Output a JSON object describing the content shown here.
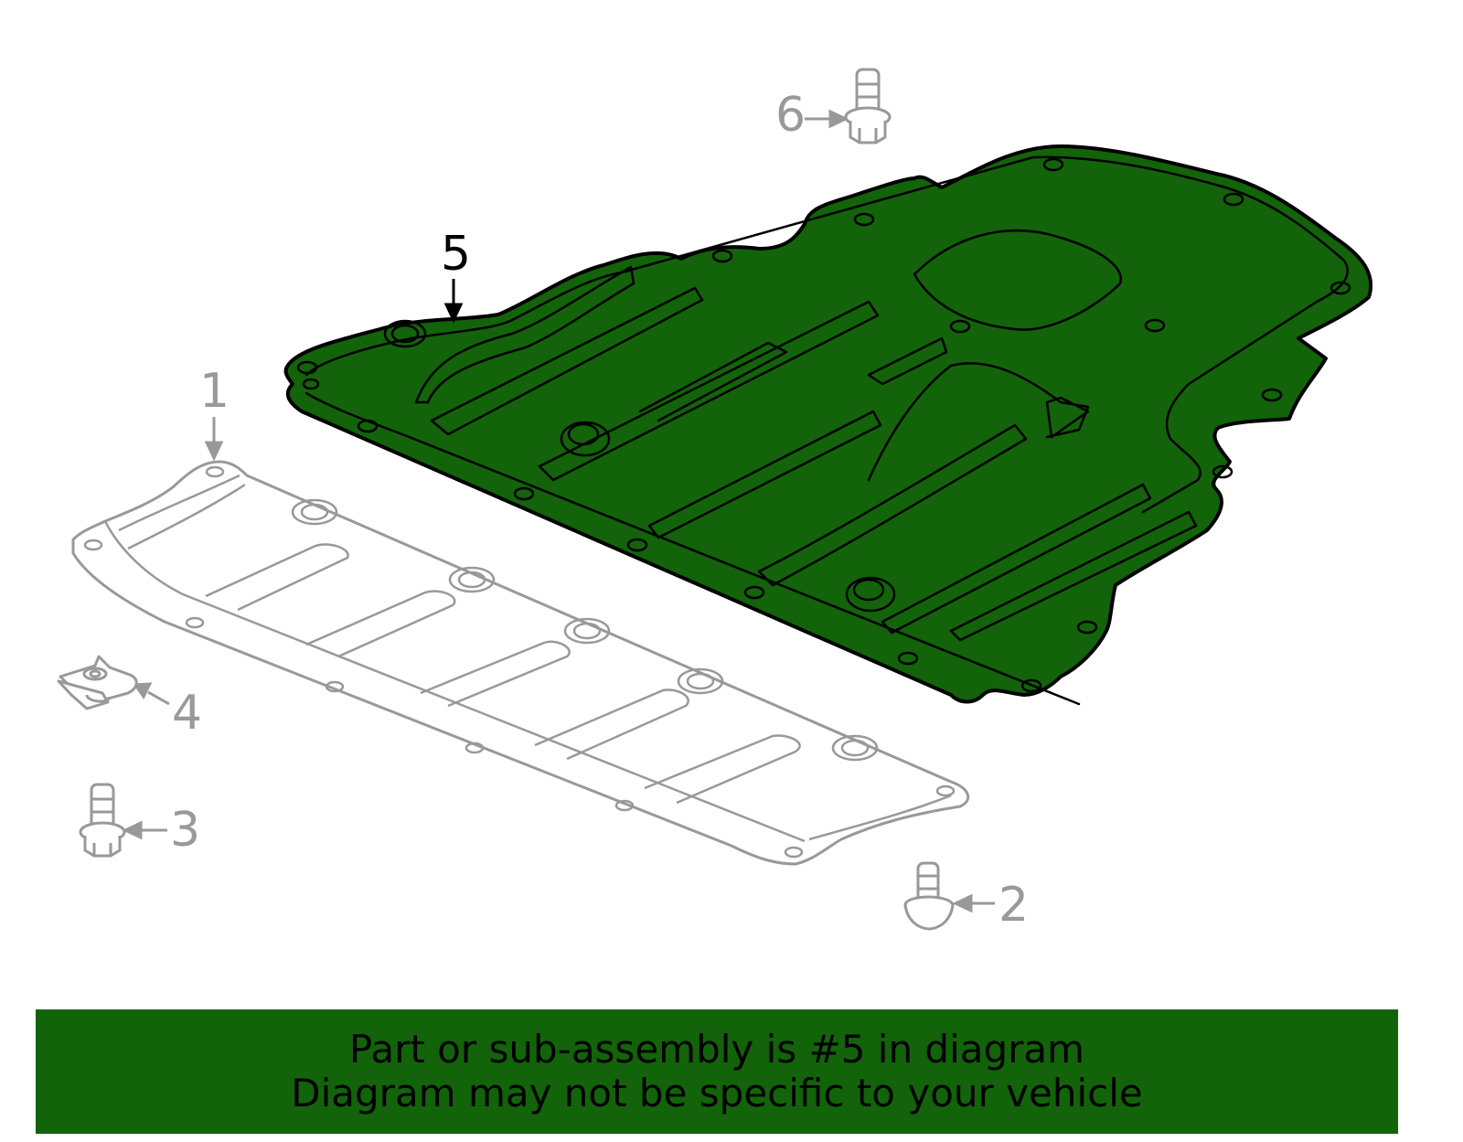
{
  "diagram": {
    "highlight_color": "#126309",
    "outline_color": "#000000",
    "inactive_color": "#999999",
    "highlighted_part": "5",
    "callouts": [
      {
        "id": "1",
        "label": "1",
        "part": "lower shield (front)"
      },
      {
        "id": "2",
        "label": "2",
        "part": "screw"
      },
      {
        "id": "3",
        "label": "3",
        "part": "bolt"
      },
      {
        "id": "4",
        "label": "4",
        "part": "clip nut"
      },
      {
        "id": "5",
        "label": "5",
        "part": "splash shield (highlighted)"
      },
      {
        "id": "6",
        "label": "6",
        "part": "bolt"
      }
    ]
  },
  "banner": {
    "line1": "Part or sub-assembly is #5 in diagram",
    "line2": "Diagram may not be specific to your vehicle",
    "background": "#126309"
  }
}
